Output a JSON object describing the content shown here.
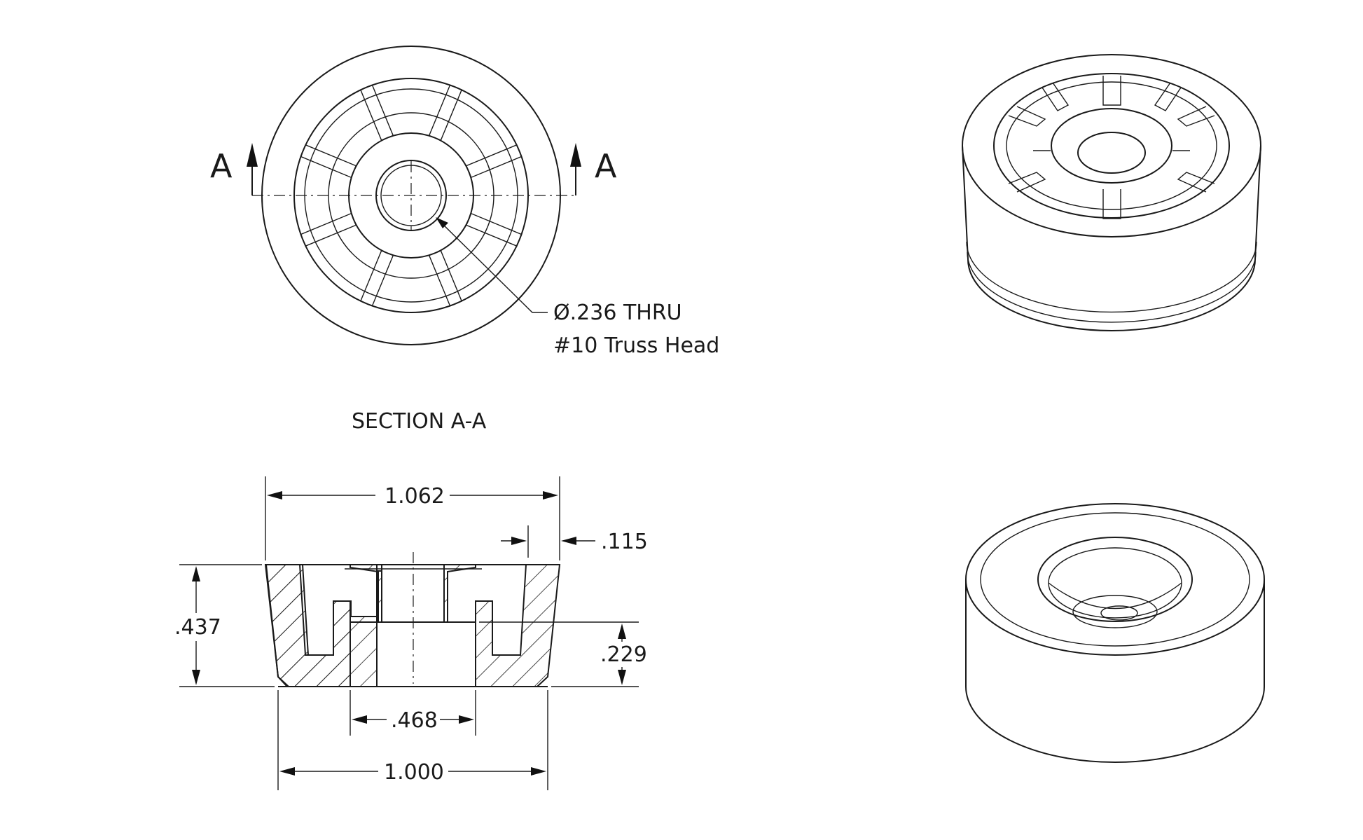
{
  "section_marker": {
    "left": "A",
    "right": "A"
  },
  "callout": {
    "line1": "Ø.236 THRU",
    "line2": "#10 Truss Head"
  },
  "section_title": "SECTION A-A",
  "dimensions": {
    "top_width": "1.062",
    "rim": ".115",
    "height": ".437",
    "recess_depth": ".229",
    "recess_width": ".468",
    "base_width": "1.000"
  },
  "colors": {
    "ink": "#1a1a1a",
    "paper": "#ffffff"
  }
}
